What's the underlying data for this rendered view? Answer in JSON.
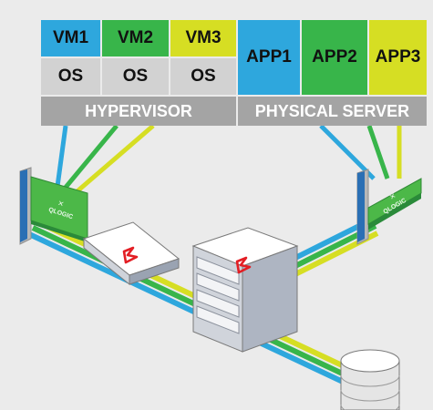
{
  "left_stack": {
    "vms": [
      {
        "label": "VM1",
        "color": "#2ea7dd"
      },
      {
        "label": "VM2",
        "color": "#38b54a"
      },
      {
        "label": "VM3",
        "color": "#d6de23"
      }
    ],
    "os": [
      {
        "label": "OS"
      },
      {
        "label": "OS"
      },
      {
        "label": "OS"
      }
    ],
    "hypervisor_label": "HYPERVISOR"
  },
  "right_stack": {
    "apps": [
      {
        "label": "APP1",
        "color": "#2ea7dd"
      },
      {
        "label": "APP2",
        "color": "#38b54a"
      },
      {
        "label": "APP3",
        "color": "#d6de23"
      }
    ],
    "server_label": "PHYSICAL SERVER"
  },
  "adapters": {
    "brand_text": "QLOGIC",
    "color": "#4cb848"
  },
  "colors": {
    "blue": "#2ea7dd",
    "green": "#38b54a",
    "yellow": "#d6de23",
    "os_gray": "#d2d2d2",
    "bar_gray": "#a4a4a4",
    "brocade_red": "#e31e24"
  }
}
